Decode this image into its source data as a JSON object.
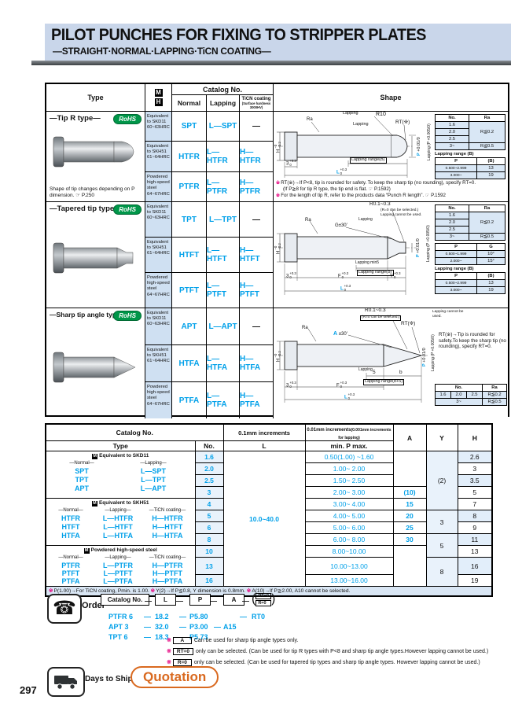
{
  "page_number": "297",
  "header": {
    "title": "PILOT PUNCHES FOR FIXING TO STRIPPER PLATES",
    "subtitle": "—STRAIGHT·NORMAL·LAPPING·TiCN COATING—"
  },
  "main_table": {
    "h_type": "Type",
    "icon_m": "M",
    "icon_h": "H",
    "h_catalog": "Catalog No.",
    "h_normal": "Normal",
    "h_lapping": "Lapping",
    "h_ticn": "TiCN coating",
    "h_ticn_sub": "(Surface hardness 3000HV)",
    "h_shape": "Shape",
    "rohs": "RoHS",
    "sections": [
      {
        "type_label": "—Tip R type—",
        "note": "Shape of tip changes depending on P dimension. ☞ P.250",
        "materials": [
          {
            "grade": "Equivalent to SKD11",
            "hardness": "60~63HRC",
            "normal": "SPT",
            "lapping": "L—SPT",
            "ticn": "—"
          },
          {
            "grade": "Equivalent to SKH51",
            "hardness": "61~64HRC",
            "normal": "HTFR",
            "lapping": "L—HTFR",
            "ticn": "H—HTFR"
          },
          {
            "grade": "Powdered high-speed steel",
            "hardness": "64~67HRC",
            "normal": "PTFR",
            "lapping": "L—PTFR",
            "ticn": "H—PTFR"
          }
        ]
      },
      {
        "type_label": "—Tapered tip type—",
        "note": "",
        "materials": [
          {
            "grade": "Equivalent to SKD11",
            "hardness": "60~63HRC",
            "normal": "TPT",
            "lapping": "L—TPT",
            "ticn": "—"
          },
          {
            "grade": "Equivalent to SKH51",
            "hardness": "61~64HRC",
            "normal": "HTFT",
            "lapping": "L—HTFT",
            "ticn": "H—HTFT"
          },
          {
            "grade": "Powdered high-speed steel",
            "hardness": "64~67HRC",
            "normal": "PTFT",
            "lapping": "L—PTFT",
            "ticn": "H—PTFT"
          }
        ]
      },
      {
        "type_label": "—Sharp tip angle type—",
        "note": "",
        "materials": [
          {
            "grade": "Equivalent to SKD11",
            "hardness": "60~63HRC",
            "normal": "APT",
            "lapping": "L—APT",
            "ticn": "—"
          },
          {
            "grade": "Equivalent to SKH51",
            "hardness": "61~64HRC",
            "normal": "HTFA",
            "lapping": "L—HTFA",
            "ticn": "H—HTFA"
          },
          {
            "grade": "Powdered high-speed steel",
            "hardness": "64~67HRC",
            "normal": "PTFA",
            "lapping": "L—PTFA",
            "ticn": "H—PTFA"
          }
        ]
      }
    ]
  },
  "dims": {
    "t03": "+0.3",
    "b0": "0",
    "h_t": "−0",
    "h_b": "−0.2"
  },
  "shape1": {
    "ra": "Ra",
    "lapping": "Lapping",
    "r10": "R10",
    "rt": "RT(※)",
    "h": "H",
    "d3": "3",
    "l": "L",
    "lap_range": "Lapping range(B)",
    "p": "P",
    "p1tol": " +0.01/0",
    "p2": "Lapping (P +0.005/0)",
    "ra_table": {
      "no": "No.",
      "ra": "Ra",
      "n1": "1.6",
      "n2": "2.0",
      "n3": "2.5",
      "v1": "R≦0.2",
      "n4": "3~",
      "v2": "R≦0.5"
    },
    "lapb_title": "Lapping range (B)",
    "lapb": {
      "p": "P",
      "b": "(B)",
      "r1p": "0.500~2.999",
      "r1b": "13",
      "r2p": "3.000~",
      "r2b": "19"
    },
    "notes": [
      {
        "mark": "※",
        "text": "RT(※)→If P<8, tip is rounded for safety. To keep the sharp tip (no rounding), specify RT=0."
      },
      {
        "mark": "",
        "text": "(If P≧8 for tip R type, the tip end is flat. ☞ P.1592)"
      },
      {
        "mark": "※",
        "text": "For the length of tip R, refer to the products data “Punch R length”. ☞ P.1592"
      }
    ]
  },
  "shape2": {
    "r_top": "R0.1~0.3",
    "r_sub1": "(R=0 can be selected.)",
    "r_sub2": "Lapping cannot be used.",
    "ra": "Ra",
    "g": "G±30′",
    "lapping": "Lapping",
    "lap_min": "Lapping min5",
    "lap_range": "Lapping range(B)",
    "h": "H",
    "d3": "3",
    "f": "F",
    "y": "Y",
    "l": "L",
    "p": "P",
    "p1tol": " +0.01/0",
    "p2": "Lapping (P +0.005/0)",
    "ra_table": {
      "no": "No.",
      "ra": "Ra",
      "n1": "1.6",
      "n2": "2.0",
      "n3": "2.5",
      "v1": "R≦0.2",
      "n4": "3~",
      "v2": "R≦0.5"
    },
    "pg": {
      "p": "P",
      "g": "G",
      "r1p": "0.500~1.999",
      "r1g": "10°",
      "r2p": "2.000~",
      "r2g": "15°"
    },
    "lapb_title": "Lapping range (B)",
    "lapb": {
      "p": "P",
      "b": "(B)",
      "r1p": "0.500~2.999",
      "r1b": "13",
      "r2p": "3.000~",
      "r2b": "19"
    }
  },
  "shape3": {
    "r_top": "R0.1~0.3",
    "r_sub1": "(R=0 can be selected.)",
    "r_sub2": "Lapping cannot be used.",
    "rt": "RT(※)",
    "ra": "Ra",
    "a": "A",
    "a_tol": "±30′",
    "lapping": "Lapping",
    "five": "5",
    "b": "b",
    "lap_range": "Lapping range(b+5)",
    "h": "H",
    "d3": "3",
    "f": "F",
    "l": "L",
    "p": "P",
    "p1tol": " +0.01/0",
    "p2": "Lapping (P +0.005/0)",
    "rt_note": "RT(※)→Tip is rounded for safety.To keep the sharp tip (no rounding), specify RT=0.",
    "ra_table": {
      "no": "No.",
      "ra": "Ra",
      "n1": "1.6",
      "n2": "2.0",
      "n3": "2.5",
      "v1": "R≦0.2",
      "n4": "3~",
      "v2": "R≦0.5"
    }
  },
  "lower_table": {
    "h_catalog": "Catalog No.",
    "h_type": "Type",
    "h_no": "No.",
    "h_l_inc": "0.1mm increments",
    "h_p_inc": "0.01mm increments",
    "h_p_inc2": "(0.001mm increments for lapping)",
    "h_l": "L",
    "h_p": "min. P max.",
    "h_a": "A",
    "h_y": "Y",
    "h_h": "H",
    "l_range": "10.0~40.0",
    "groups": [
      {
        "m": "M",
        "title": "Equivalent to SKD11",
        "cols": [
          "—Normal—",
          "—Lapping—"
        ],
        "rows": [
          [
            "SPT",
            "L—SPT"
          ],
          [
            "TPT",
            "L—TPT"
          ],
          [
            "APT",
            "L—APT"
          ]
        ]
      },
      {
        "m": "M",
        "title": "Equivalent to SKH51",
        "cols": [
          "—Normal—",
          "—Lapping—",
          "—TiCN coating—"
        ],
        "rows": [
          [
            "HTFR",
            "L—HTFR",
            "H—HTFR"
          ],
          [
            "HTFT",
            "L—HTFT",
            "H—HTFT"
          ],
          [
            "HTFA",
            "L—HTFA",
            "H—HTFA"
          ]
        ]
      },
      {
        "m": "M",
        "title": "Powdered high-speed steel",
        "cols": [
          "—Normal—",
          "—Lapping—",
          "—TiCN coating—"
        ],
        "rows": [
          [
            "PTFR",
            "L—PTFR",
            "H—PTFR"
          ],
          [
            "PTFT",
            "L—PTFT",
            "H—PTFT"
          ],
          [
            "PTFA",
            "L—PTFA",
            "H—PTFA"
          ]
        ]
      }
    ],
    "rows": [
      {
        "no": "1.6",
        "p": "0.50(1.00) ~1.60",
        "a": "",
        "h": "2.6"
      },
      {
        "no": "2.0",
        "p": "1.00~ 2.00",
        "a": "",
        "h": "3"
      },
      {
        "no": "2.5",
        "p": "1.50~ 2.50",
        "a": "",
        "h": "3.5"
      },
      {
        "no": "3",
        "p": "2.00~ 3.00",
        "a": "(10)",
        "h": "5"
      },
      {
        "no": "4",
        "p": "3.00~ 4.00",
        "a": "15",
        "h": "7"
      },
      {
        "no": "5",
        "p": "4.00~ 5.00",
        "a": "20",
        "h": "8"
      },
      {
        "no": "6",
        "p": "5.00~ 6.00",
        "a": "25",
        "h": "9"
      },
      {
        "no": "8",
        "p": "6.00~ 8.00",
        "a": "30",
        "h": "11"
      },
      {
        "no": "10",
        "p": "8.00~10.00",
        "a": "",
        "h": "13"
      },
      {
        "no": "13",
        "p": "10.00~13.00",
        "a": "",
        "h": "16"
      },
      {
        "no": "16",
        "p": "13.00~16.00",
        "a": "",
        "h": "19"
      }
    ],
    "y_spans": [
      "(2)",
      "3",
      "5",
      "8"
    ],
    "footnote": [
      {
        "mark": "※",
        "text": "P(1.00)→For TiCN coating, Pmin. is 1.00. "
      },
      {
        "mark": "※",
        "text": "Y(2)→If P≦0.8, Y dimension is 0.8mm. "
      },
      {
        "mark": "※",
        "text": "A(10)→If P≧2.00, A10 cannot be selected."
      }
    ]
  },
  "order": {
    "label": "Order",
    "box_catalog": "Catalog No.",
    "box_l": "L",
    "box_p": "P",
    "box_a": "A",
    "opt_top": "RT=0",
    "opt_bot": "R=0",
    "dash": "—",
    "examples": [
      {
        "code": "PTFR 6",
        "d1": "—",
        "l": "18.2",
        "d2": "—",
        "p": "P5.80",
        "d3": "",
        "a": "",
        "d4": "—",
        "opt": "RT0"
      },
      {
        "code": "APT 3",
        "d1": "—",
        "l": "32.0",
        "d2": "—",
        "p": "P3.00",
        "d3": "—",
        "a": "A15",
        "d4": "",
        "opt": ""
      },
      {
        "code": "TPT 6",
        "d1": "—",
        "l": "18.3",
        "d2": "—",
        "p": "P5.73",
        "d3": "",
        "a": "",
        "d4": "",
        "opt": ""
      }
    ],
    "notes": [
      {
        "mark": "※",
        "tag": "A",
        "text": "Can be used for sharp tip angle types only."
      },
      {
        "mark": "※",
        "tag": "RT=0",
        "text": "only can be selected. (Can be used for tip R types with P<8 and sharp tip angle types.However lapping cannot be used.)"
      },
      {
        "mark": "※",
        "tag": "R=0",
        "text": "only can be selected. (Can be used for tapered tip types and sharp tip angle types. However lapping cannot be used.)"
      }
    ]
  },
  "ship": {
    "label": "Days to Ship",
    "value": "Quotation"
  }
}
